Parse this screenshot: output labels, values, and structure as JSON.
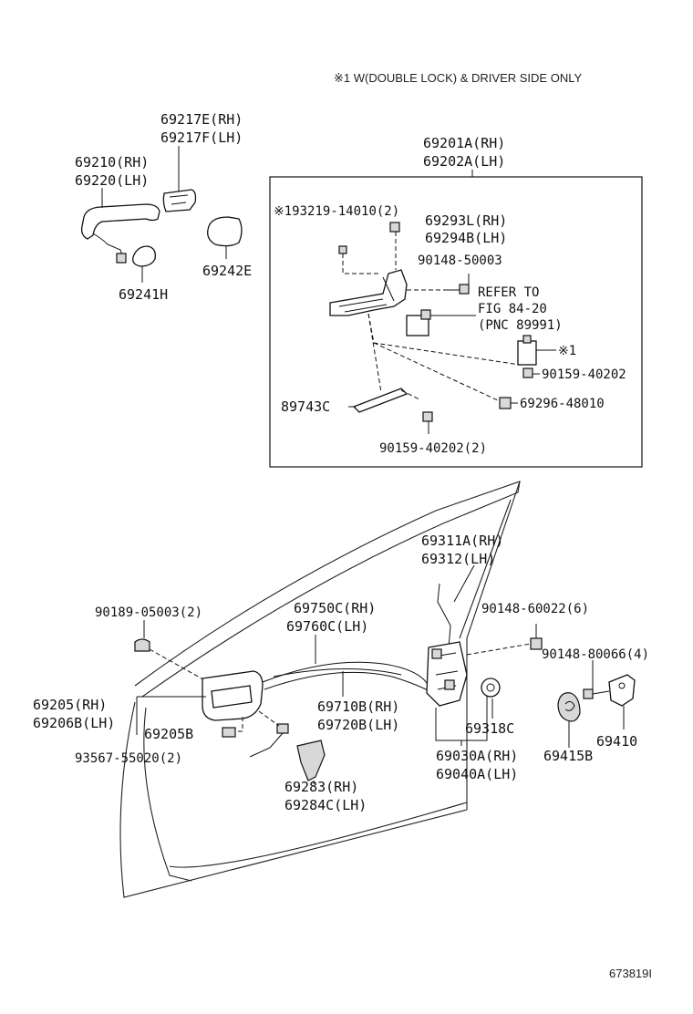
{
  "header": {
    "note": "※1 W(DOUBLE LOCK) & DRIVER SIDE ONLY"
  },
  "footer": {
    "figure_id": "673819I"
  },
  "parts": {
    "p69217": [
      "69217E(RH)",
      "69217F(LH)"
    ],
    "p69210": [
      "69210(RH)",
      "69220(LH)"
    ],
    "p69241": "69241H",
    "p69242": "69242E",
    "p69201": [
      "69201A(RH)",
      "69202A(LH)"
    ],
    "p93219": "※193219-14010(2)",
    "p69293": [
      "69293L(RH)",
      "69294B(LH)"
    ],
    "p90148_50003": "90148-50003",
    "refer": [
      "REFER TO",
      "FIG 84-20",
      "(PNC 89991)"
    ],
    "star1": "※1",
    "p90159_a": "90159-40202",
    "p69296": "69296-48010",
    "p89743": "89743C",
    "p90159_b": "90159-40202(2)",
    "p69311": [
      "69311A(RH)",
      "69312(LH)"
    ],
    "p90189": "90189-05003(2)",
    "p69750": [
      "69750C(RH)",
      "69760C(LH)"
    ],
    "p90148_60022": "90148-60022(6)",
    "p90148_80066": "90148-80066(4)",
    "p69205": [
      "69205(RH)",
      "69206B(LH)"
    ],
    "p69710": [
      "69710B(RH)",
      "69720B(LH)"
    ],
    "p69205B": "69205B",
    "p69318": "69318C",
    "p69410": "69410",
    "p93567": "93567-55020(2)",
    "p69030": [
      "69030A(RH)",
      "69040A(LH)"
    ],
    "p69415": "69415B",
    "p69283": [
      "69283(RH)",
      "69284C(LH)"
    ]
  }
}
